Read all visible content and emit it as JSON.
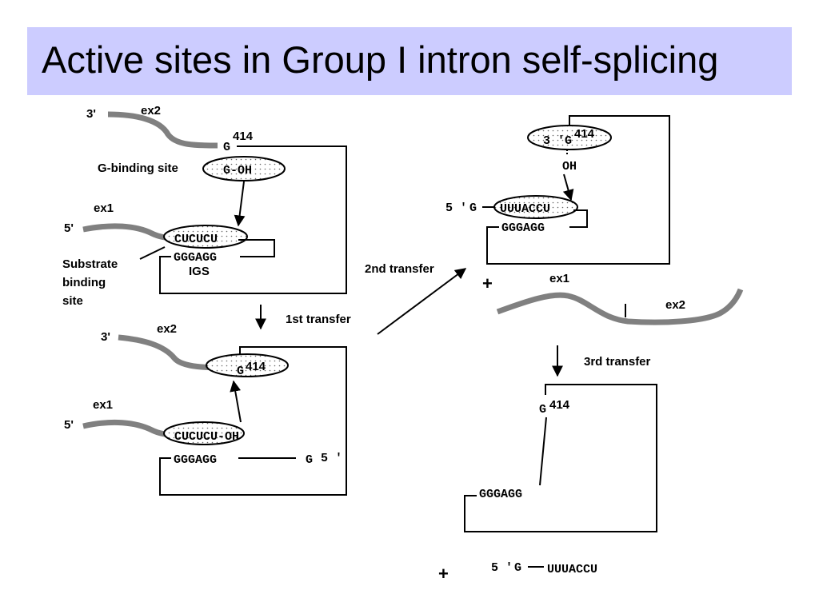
{
  "title": "Active sites in Group I intron self-splicing",
  "labels": {
    "three_prime": "3'",
    "five_prime": "5'",
    "three_prime_spaced": "3 '",
    "five_prime_spaced": "5 '",
    "ex1": "ex1",
    "ex2": "ex2",
    "g": "G",
    "sup_414": "414",
    "g_binding_site": "G-binding site",
    "g_oh": "G-OH",
    "oh": "OH",
    "substrate": "Substrate",
    "binding": "binding",
    "site": "site",
    "igs": "IGS",
    "cucucu": "CUCUCU",
    "cucucu_oh": "CUCUCU-OH",
    "gggagg": "GGGAGG",
    "uuuaccu": "UUUACCU",
    "plus": "+",
    "first_transfer": "1st transfer",
    "second_transfer": "2nd transfer",
    "third_transfer": "3rd transfer"
  }
}
